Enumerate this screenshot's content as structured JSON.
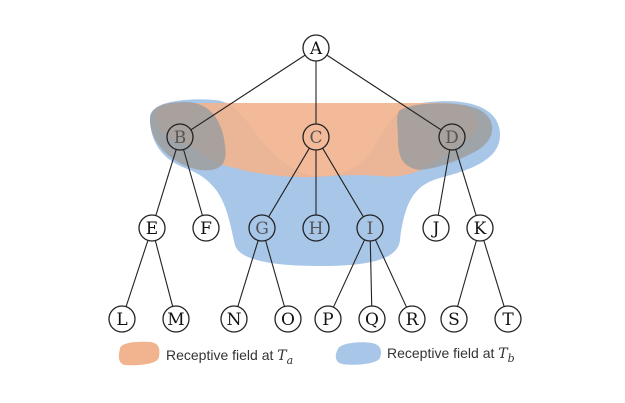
{
  "diagram": {
    "colors": {
      "field_a": "#f2b38f",
      "field_b": "#a8c6e8",
      "overlap": "#9e9e9e",
      "stroke": "#222222",
      "faded_text": "#555555"
    },
    "nodes": {
      "A": "A",
      "B": "B",
      "C": "C",
      "D": "D",
      "E": "E",
      "F": "F",
      "G": "G",
      "H": "H",
      "I": "I",
      "J": "J",
      "K": "K",
      "L": "L",
      "M": "M",
      "N": "N",
      "O": "O",
      "P": "P",
      "Q": "Q",
      "R": "R",
      "S": "S",
      "T": "T"
    },
    "edges": [
      [
        "A",
        "B"
      ],
      [
        "A",
        "C"
      ],
      [
        "A",
        "D"
      ],
      [
        "B",
        "E"
      ],
      [
        "B",
        "F"
      ],
      [
        "C",
        "G"
      ],
      [
        "C",
        "H"
      ],
      [
        "C",
        "I"
      ],
      [
        "D",
        "J"
      ],
      [
        "D",
        "K"
      ],
      [
        "E",
        "L"
      ],
      [
        "E",
        "M"
      ],
      [
        "G",
        "N"
      ],
      [
        "G",
        "O"
      ],
      [
        "I",
        "P"
      ],
      [
        "I",
        "Q"
      ],
      [
        "I",
        "R"
      ],
      [
        "K",
        "S"
      ],
      [
        "K",
        "T"
      ]
    ],
    "legend": {
      "a": {
        "text": "Receptive field at ",
        "symbol": "T",
        "sub": "a"
      },
      "b": {
        "text": "Receptive field at ",
        "symbol": "T",
        "sub": "b"
      }
    }
  }
}
